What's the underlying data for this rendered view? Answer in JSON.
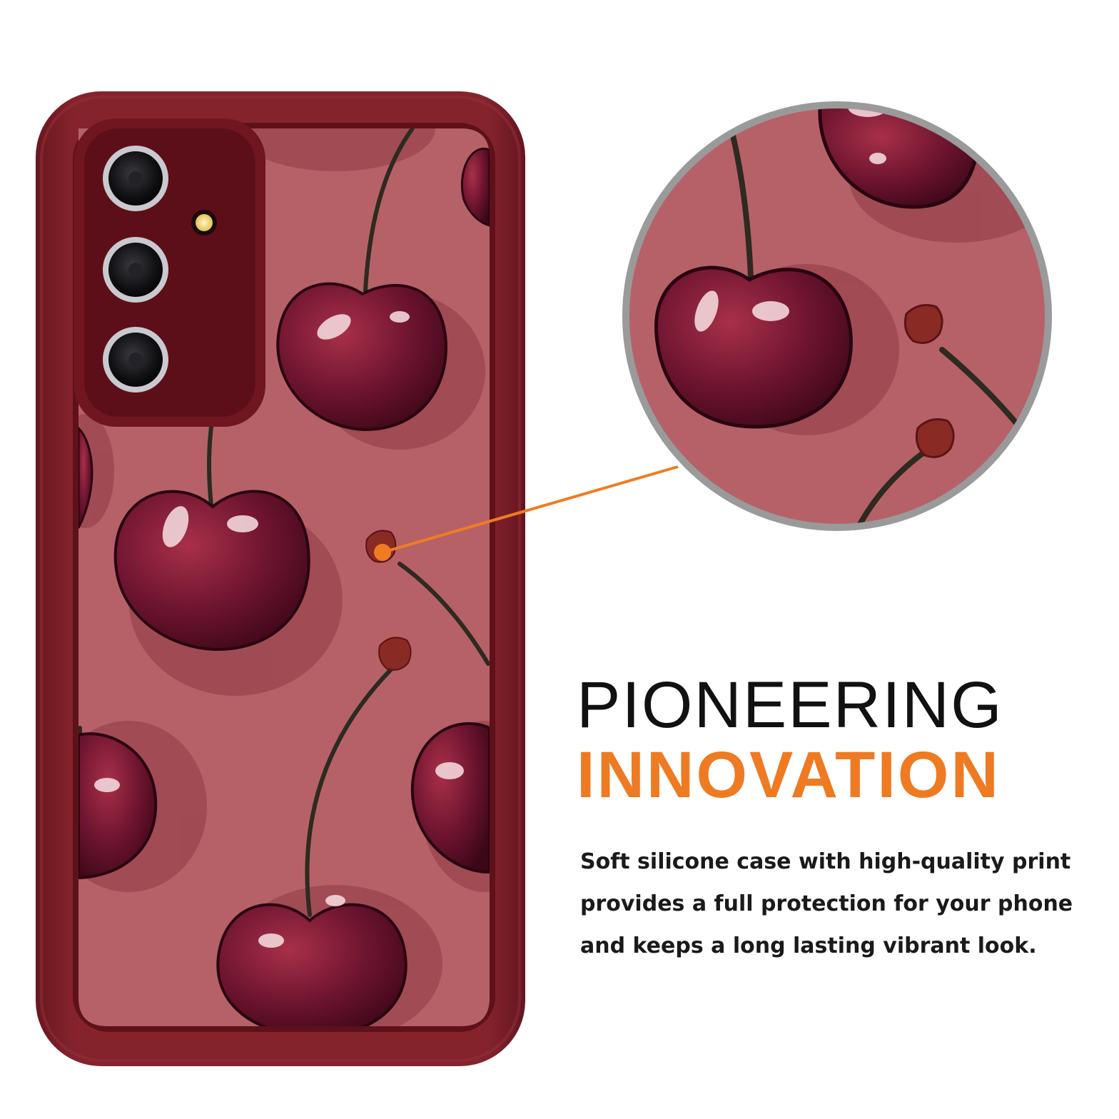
{
  "product": {
    "headline_line1": "PIONEERING",
    "headline_line2": "INNOVATION",
    "description_lines": [
      "Soft silicone case with high-quality print",
      "provides a full protection for your phone",
      "and keeps a long lasting vibrant look."
    ]
  },
  "colors": {
    "case_frame": "#7c1f28",
    "print_background": "#b66168",
    "cherry": "#6a1228",
    "headline_primary": "#111111",
    "headline_accent": "#ee7a22",
    "callout_line": "#ef7c22",
    "zoom_ring": "#9a9a9a"
  },
  "icons": {
    "camera_lens": "camera-lens-icon",
    "flash": "flash-icon",
    "cherry": "cherry-icon"
  }
}
